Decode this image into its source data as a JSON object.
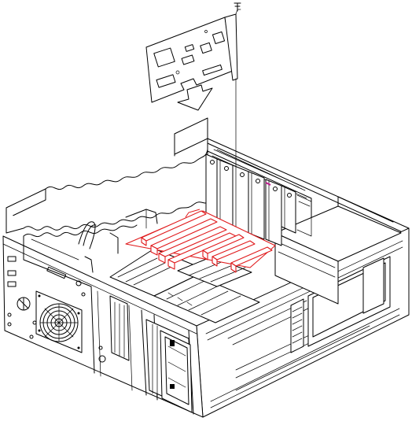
{
  "figure": {
    "components": [
      "expansion-card",
      "pci-slots",
      "chassis",
      "power-supply",
      "cooling-fan",
      "cd-rom-drive",
      "drive-bays"
    ]
  },
  "colors": {
    "line": "#000000",
    "highlight": "#e0191b",
    "background": "#ffffff"
  }
}
